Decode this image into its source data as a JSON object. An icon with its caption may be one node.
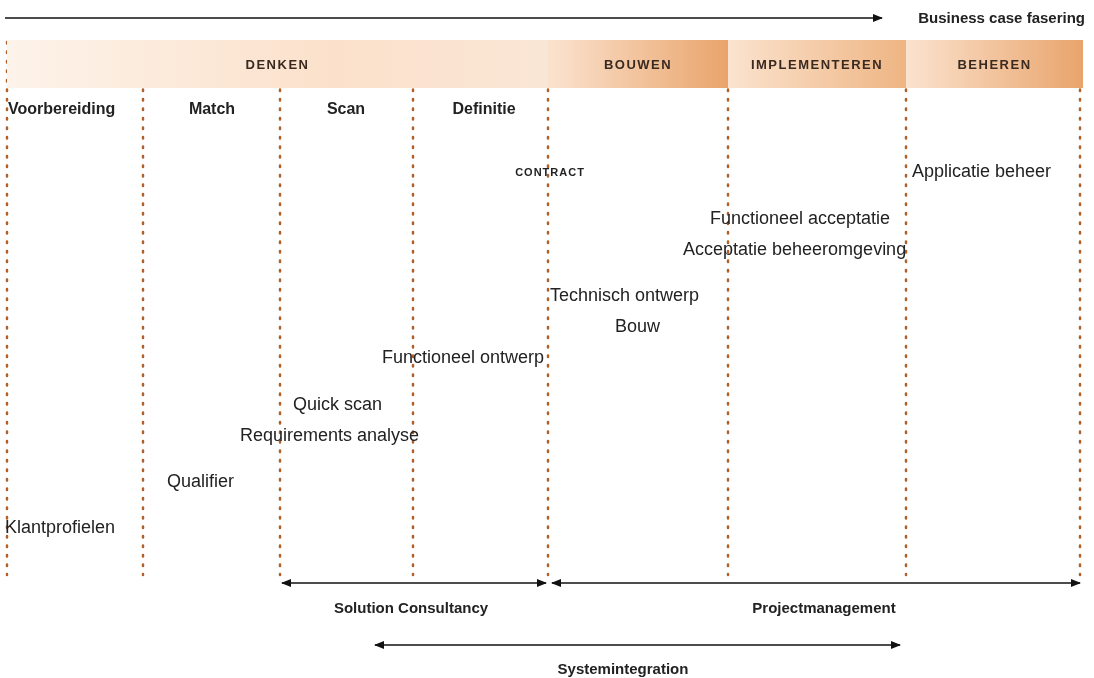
{
  "diagram": {
    "nodes": [
      {
        "text": [
          "DENKEN"
        ]
      },
      {
        "text": [
          "BOUWEN"
        ]
      },
      {
        "text": [
          "IMPLEMENTEREN"
        ]
      },
      {
        "text": [
          "BEHEREN"
        ]
      }
    ],
    "labels": [
      "Business case fasering",
      "Voorbereiding",
      "Match",
      "Scan",
      "Definitie",
      "CONTRACT",
      "Applicatie beheer",
      "Functioneel acceptatie",
      "Acceptatie beheeromgeving",
      "Technisch ontwerp",
      "Bouw",
      "Functioneel ontwerp",
      "Quick scan",
      "Requirements analyse",
      "Qualifier",
      "Klantprofielen",
      "Solution Consultancy",
      "Projectmanagement",
      "Systemintegration"
    ]
  }
}
